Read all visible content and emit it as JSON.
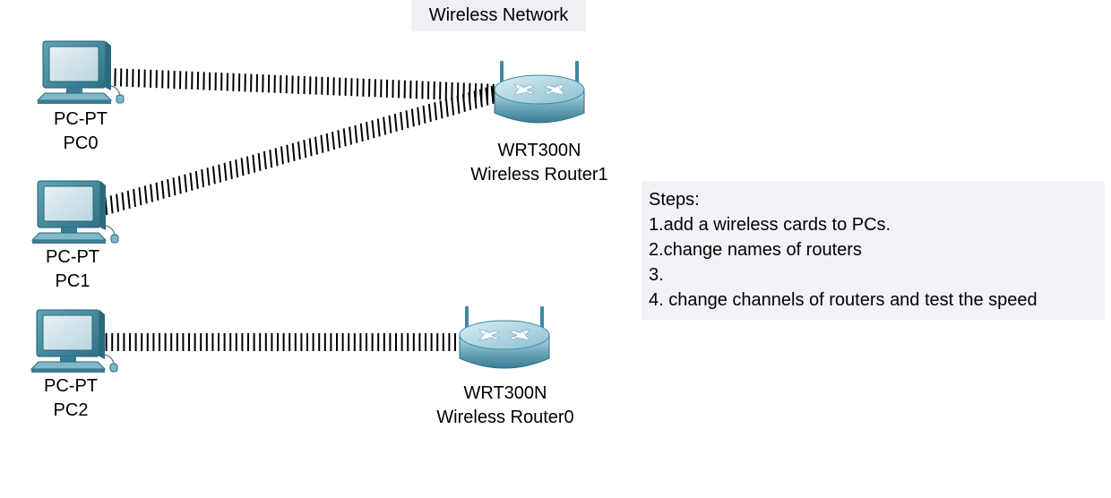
{
  "title": "Wireless Network",
  "pcs": [
    {
      "model": "PC-PT",
      "name": "PC0"
    },
    {
      "model": "PC-PT",
      "name": "PC1"
    },
    {
      "model": "PC-PT",
      "name": "PC2"
    }
  ],
  "routers": [
    {
      "model": "WRT300N",
      "name": "Wireless Router1"
    },
    {
      "model": "WRT300N",
      "name": "Wireless Router0"
    }
  ],
  "notes": {
    "heading": "Steps:",
    "lines": [
      "1.add a wireless cards to PCs.",
      "2.change names of routers",
      "3.",
      "4. change channels of routers and test the speed"
    ]
  },
  "links": [
    {
      "from": "PC0",
      "to": "Wireless Router1",
      "type": "wireless"
    },
    {
      "from": "PC1",
      "to": "Wireless Router1",
      "type": "wireless"
    },
    {
      "from": "PC2",
      "to": "Wireless Router0",
      "type": "wireless"
    }
  ],
  "colors": {
    "device_teal": "#3f8aa0",
    "device_light": "#a9d3df",
    "screen": "#cfe3ea",
    "wireless_link": "#000000",
    "note_background": "#f2f3f8",
    "title_background": "#eef0f6"
  }
}
